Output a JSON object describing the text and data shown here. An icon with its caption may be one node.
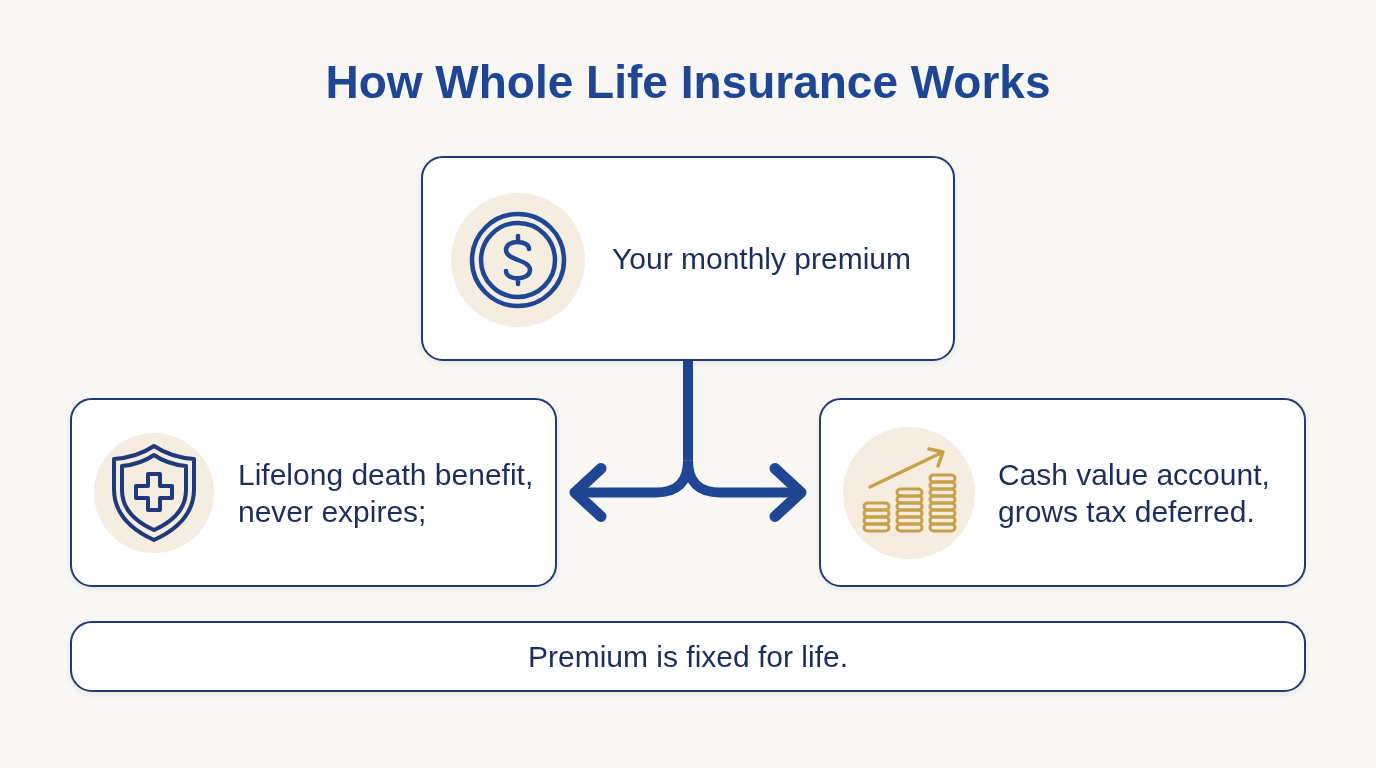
{
  "diagram": {
    "title": "How Whole Life Insurance Works",
    "nodes": [
      {
        "text": [
          "Your monthly premium"
        ]
      },
      {
        "text": [
          "Lifelong death benefit, never expires;"
        ]
      },
      {
        "text": [
          "Cash value account, grows tax deferred."
        ]
      },
      {
        "text": [
          "Premium is fixed for life."
        ]
      }
    ],
    "edges": [
      {
        "from": 0,
        "to": 1,
        "arrow": "to"
      },
      {
        "from": 0,
        "to": 2,
        "arrow": "to"
      }
    ]
  }
}
